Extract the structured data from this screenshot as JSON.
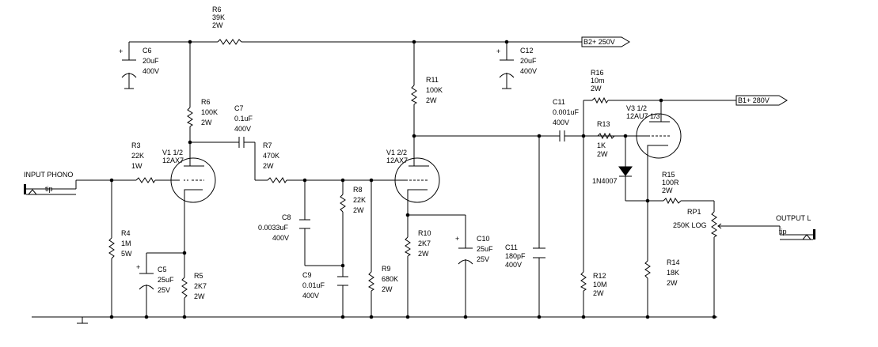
{
  "input": {
    "title": "INPUT PHONO",
    "pin": "tip"
  },
  "output": {
    "title": "OUTPUT L",
    "pin": "tip"
  },
  "rails": {
    "b2": "B2+ 250V",
    "b1": "B1+ 280V"
  },
  "tubes": {
    "v1a": {
      "name": "V1 1/2",
      "type": "12AX7"
    },
    "v1b": {
      "name": "V1 2/2",
      "type": "12AX7"
    },
    "v3": {
      "name": "V3 1/2",
      "type": "12AU7 1/3"
    }
  },
  "parts": {
    "r6top": {
      "ref": "R6",
      "val": "39K",
      "rating": "2W"
    },
    "c6": {
      "ref": "C6",
      "val": "20uF",
      "rating": "400V"
    },
    "c12": {
      "ref": "C12",
      "val": "20uF",
      "rating": "400V"
    },
    "r6": {
      "ref": "R6",
      "val": "100K",
      "rating": "2W"
    },
    "c7": {
      "ref": "C7",
      "val": "0.1uF",
      "rating": "400V"
    },
    "r3": {
      "ref": "R3",
      "val": "22K",
      "rating": "1W"
    },
    "r7": {
      "ref": "R7",
      "val": "470K",
      "rating": "2W"
    },
    "r4": {
      "ref": "R4",
      "val": "1M",
      "rating": "5W"
    },
    "c5": {
      "ref": "C5",
      "val": "25uF",
      "rating": "25V"
    },
    "r5": {
      "ref": "R5",
      "val": "2K7",
      "rating": "2W"
    },
    "c8": {
      "ref": "C8",
      "val": "0.0033uF",
      "rating": "400V"
    },
    "r8": {
      "ref": "R8",
      "val": "22K",
      "rating": "2W"
    },
    "c9": {
      "ref": "C9",
      "val": "0.01uF",
      "rating": "400V"
    },
    "r9": {
      "ref": "R9",
      "val": "680K",
      "rating": "2W"
    },
    "r11": {
      "ref": "R11",
      "val": "100K",
      "rating": "2W"
    },
    "r10": {
      "ref": "R10",
      "val": "2K7",
      "rating": "2W"
    },
    "c10": {
      "ref": "C10",
      "val": "25uF",
      "rating": "25V"
    },
    "c11a": {
      "ref": "C11",
      "val": "0.001uF",
      "rating": "400V"
    },
    "c11b": {
      "ref": "C11",
      "val": "180pF",
      "rating": "400V"
    },
    "r16": {
      "ref": "R16",
      "val": "10m",
      "rating": "2W"
    },
    "r13": {
      "ref": "R13",
      "val": "1K",
      "rating": "2W"
    },
    "d1": {
      "ref": "1N4007"
    },
    "r12": {
      "ref": "R12",
      "val": "10M",
      "rating": "2W"
    },
    "r15": {
      "ref": "R15",
      "val": "100R",
      "rating": "2W"
    },
    "rp1": {
      "ref": "RP1",
      "val": "250K LOG"
    },
    "r14": {
      "ref": "R14",
      "val": "18K",
      "rating": "2W"
    }
  }
}
